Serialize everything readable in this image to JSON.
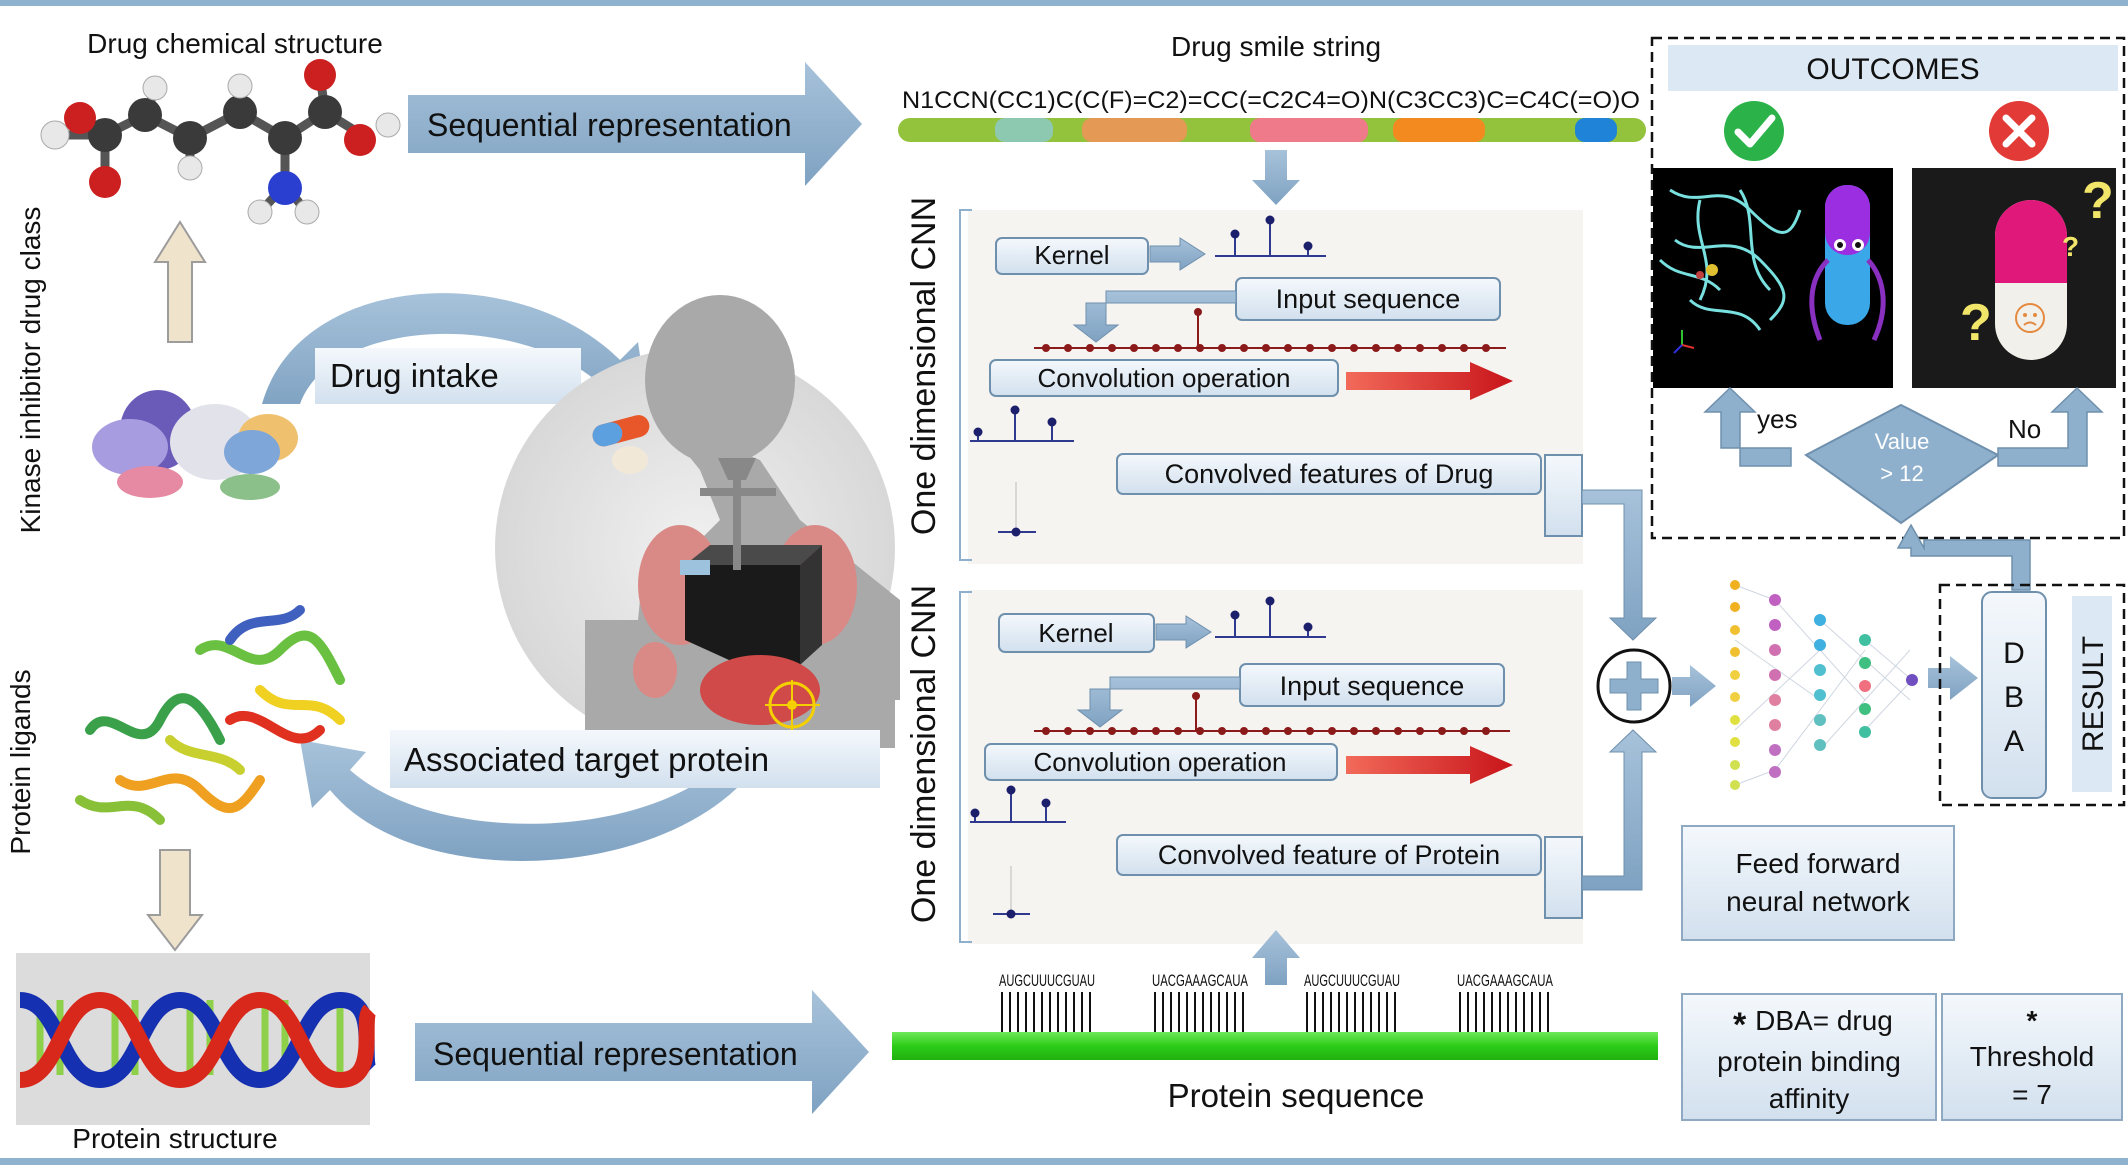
{
  "labels": {
    "drug_chemical_structure": "Drug chemical structure",
    "kinase_inhibitor_class": "Kinase inhibitor drug class",
    "drug_intake": "Drug intake",
    "associated_target_protein": "Associated target protein",
    "protein_ligands": "Protein ligands",
    "protein_structure": "Protein structure",
    "sequential_representation_top": "Sequential representation",
    "sequential_representation_bottom": "Sequential representation",
    "drug_smile_string": "Drug smile string",
    "smiles": "N1CCN(CC1)C(C(F)=C2)=CC(=C2C4=O)N(C3CC3)C=C4C(=O)O",
    "protein_sequence": "Protein sequence",
    "rna_chunks": [
      "AUGCUUUCGUAU",
      "UACGAAAGCAUA",
      "AUGCUUUCGUAU",
      "UACGAAAGCAUA"
    ]
  },
  "cnn_drug": {
    "side_label": "One dimensional CNN",
    "kernel": "Kernel",
    "input_sequence": "Input sequence",
    "convolution_operation": "Convolution operation",
    "convolved_features": "Convolved features of Drug"
  },
  "cnn_protein": {
    "side_label": "One dimensional CNN",
    "kernel": "Kernel",
    "input_sequence": "Input sequence",
    "convolution_operation": "Convolution operation",
    "convolved_features": "Convolved feature of Protein"
  },
  "outcomes": {
    "title": "OUTCOMES",
    "decision_line1": "Value",
    "decision_line2": "> 12",
    "yes": "yes",
    "no": "No"
  },
  "result": {
    "letters": [
      "D",
      "B",
      "A"
    ],
    "label": "RESULT"
  },
  "ffnn": {
    "line1": "Feed forward",
    "line2": "neural network"
  },
  "notes": {
    "star": "*",
    "dba_line1": "DBA= drug",
    "dba_line2": "protein binding",
    "dba_line3": "affinity",
    "threshold_line1": "Threshold",
    "threshold_line2": "= 7"
  },
  "colors": {
    "arrow_blue": "#8fb0cc",
    "box_blue": "#dde8f3",
    "beige_arrow": "#e8dcc4",
    "red_arrow": "#d9231f",
    "green_bar": "#39d324",
    "check_green": "#2bb34a",
    "cross_red": "#e03030"
  }
}
